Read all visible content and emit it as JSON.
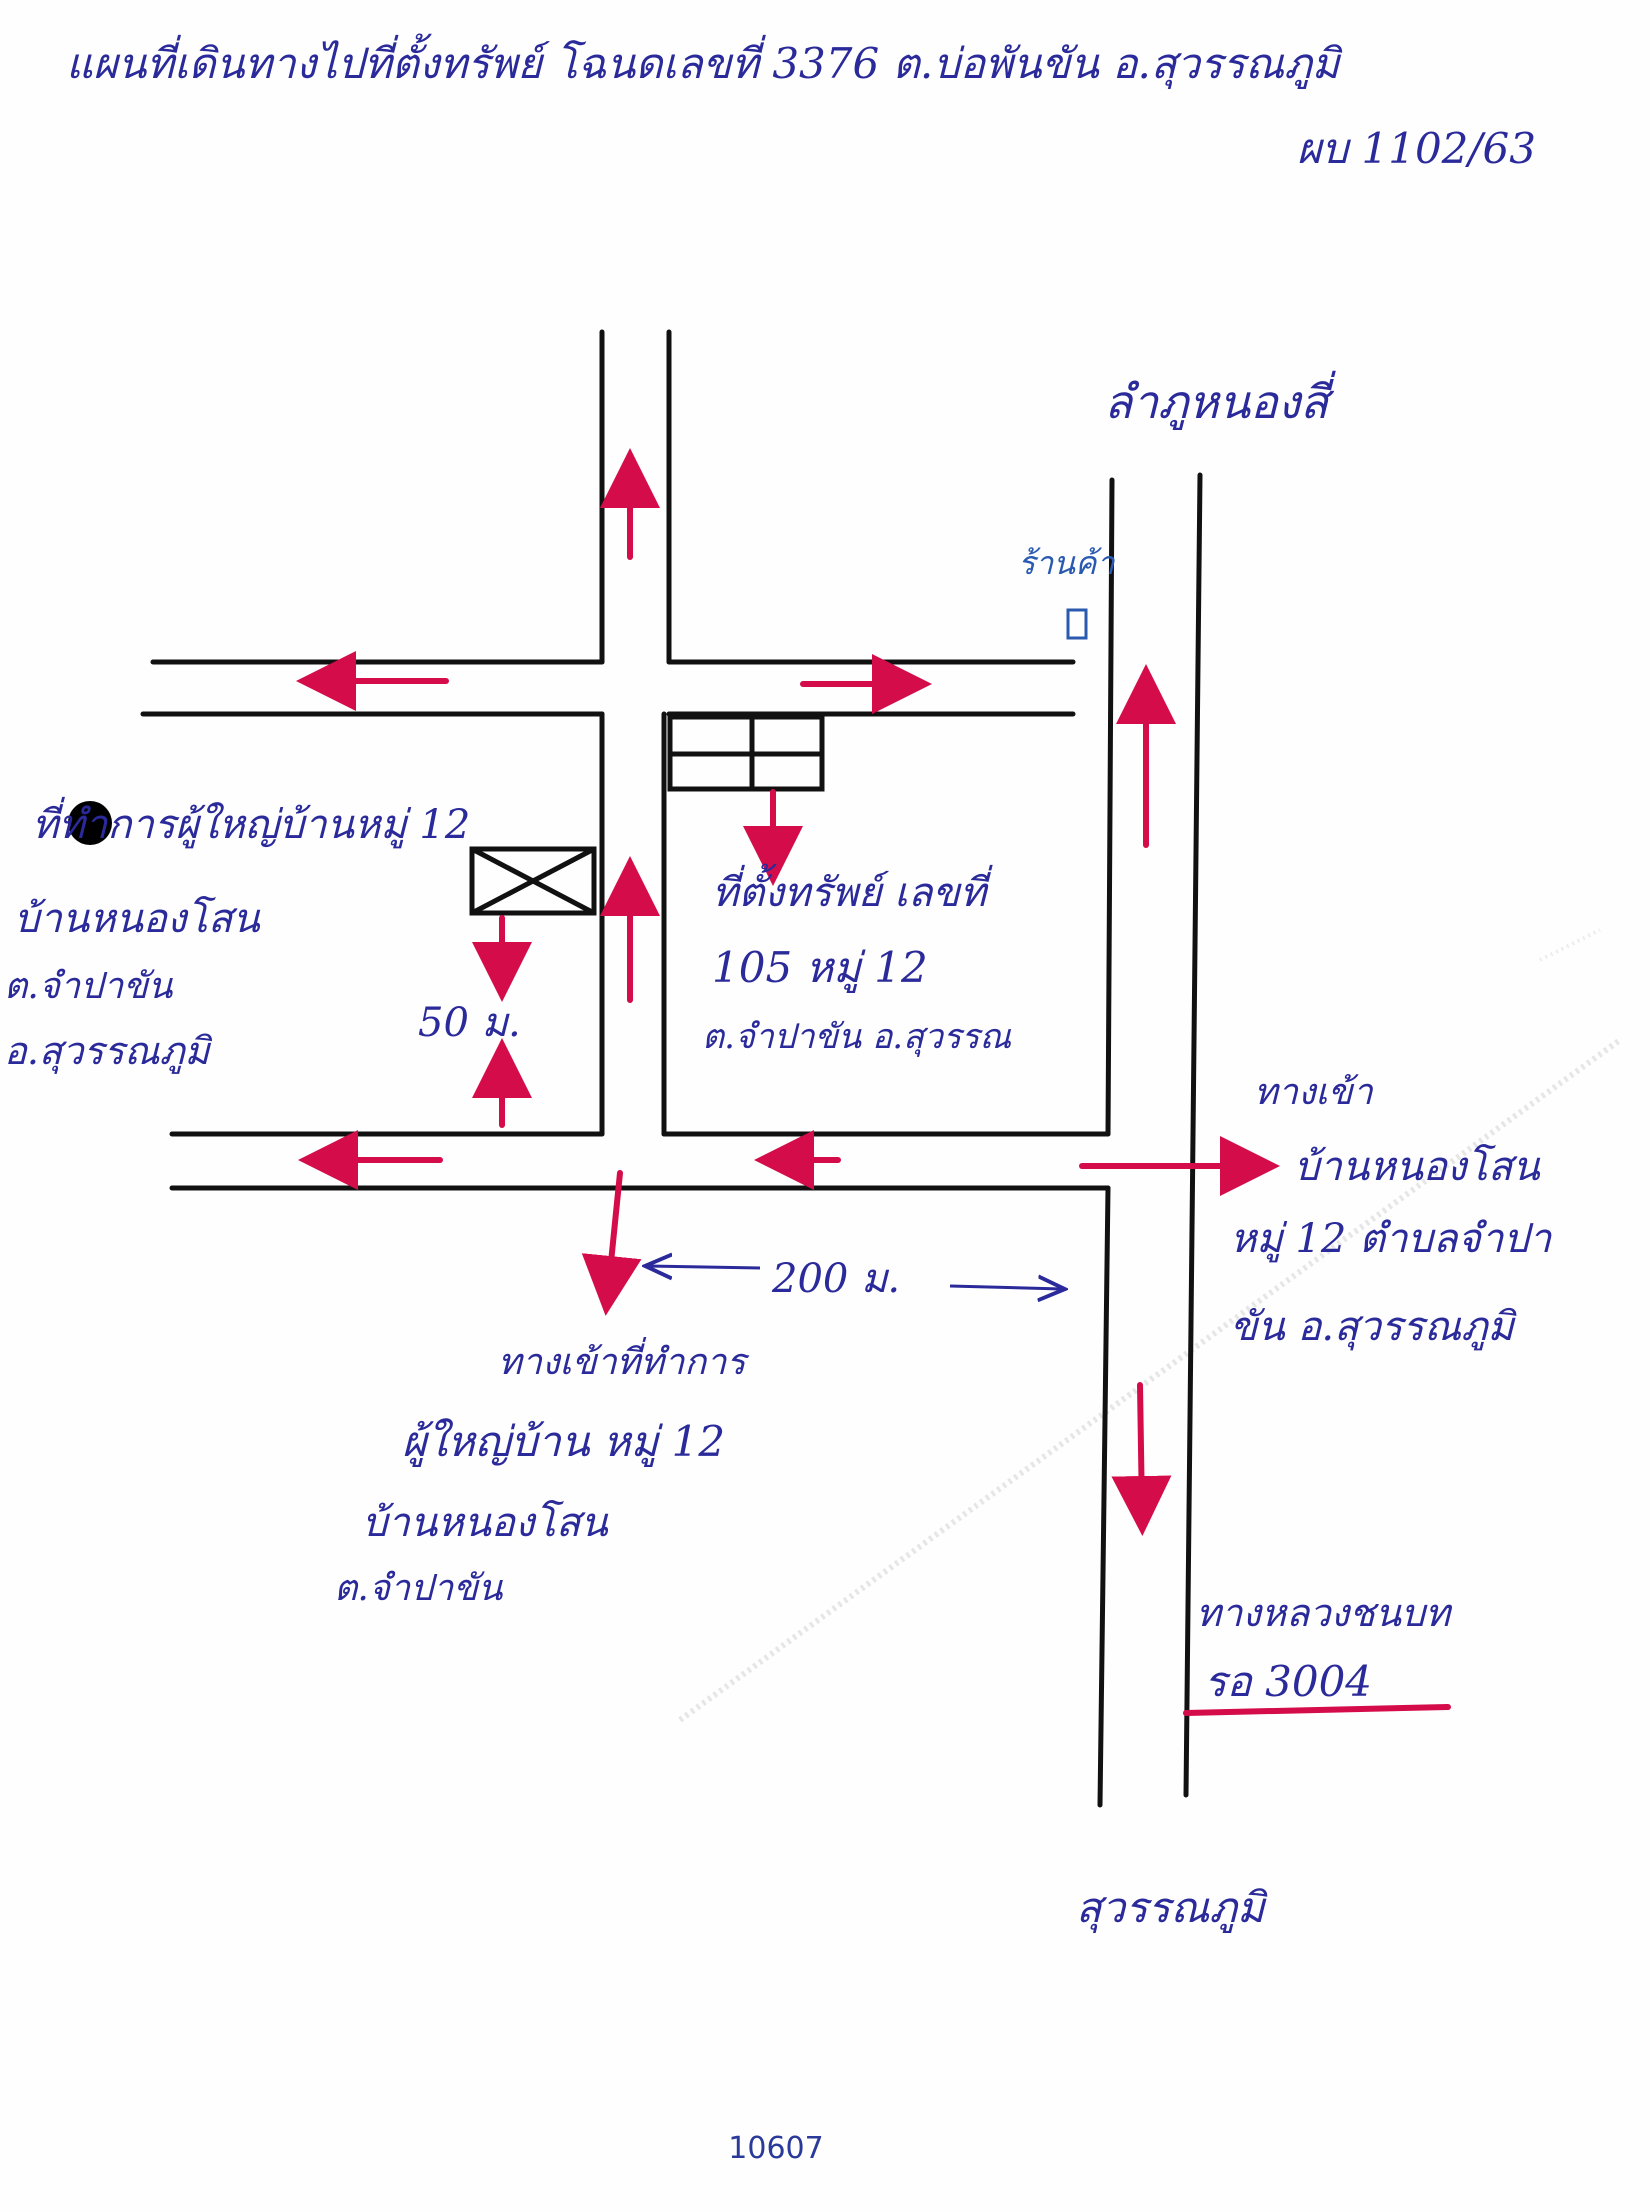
{
  "header": {
    "title_line": "แผนที่เดินทางไปที่ตั้งทรัพย์ โฉนดเลขที่ 3376 ต.บ่อพันขัน อ.สุวรรณภูมิ",
    "case_no": "ผบ 1102/63"
  },
  "roads": {
    "north_destination": "ลำภูหนองสี่",
    "south_destination": "สุวรรณภูมิ"
  },
  "landmarks": {
    "shop_label": "ร้านค้า",
    "village_head_house": {
      "line1": "ที่ทำการผู้ใหญ่บ้านหมู่ 12",
      "line2": "บ้านหนองโสน",
      "line3": "ต.จำปาขัน",
      "line4": "อ.สุวรรณภูมิ"
    },
    "property": {
      "line1": "ที่ตั้งทรัพย์ เลขที่",
      "line2": "105 หมู่ 12",
      "line3": "ต.จำปาขัน อ.สุวรรณ"
    },
    "entrance_right": {
      "line1": "ทางเข้า",
      "line2": "บ้านหนองโสน",
      "line3": "หมู่ 12 ตำบลจำปา",
      "line4": "ขัน อ.สุวรรณภูมิ"
    },
    "entrance_bottom": {
      "line1": "ทางเข้าที่ทำการ",
      "line2": "ผู้ใหญ่บ้าน หมู่ 12",
      "line3": "บ้านหนองโสน",
      "line4": "ต.จำปาขัน"
    },
    "highway": {
      "line1": "ทางหลวงชนบท",
      "line2": "รอ 3004"
    }
  },
  "distances": {
    "short": "50 ม.",
    "long": "200 ม."
  },
  "footer": {
    "page_number": "10607"
  },
  "colors": {
    "ink_blue": "#2a2a9a",
    "arrow_red": "#d40c4a",
    "road_black": "#111111"
  }
}
